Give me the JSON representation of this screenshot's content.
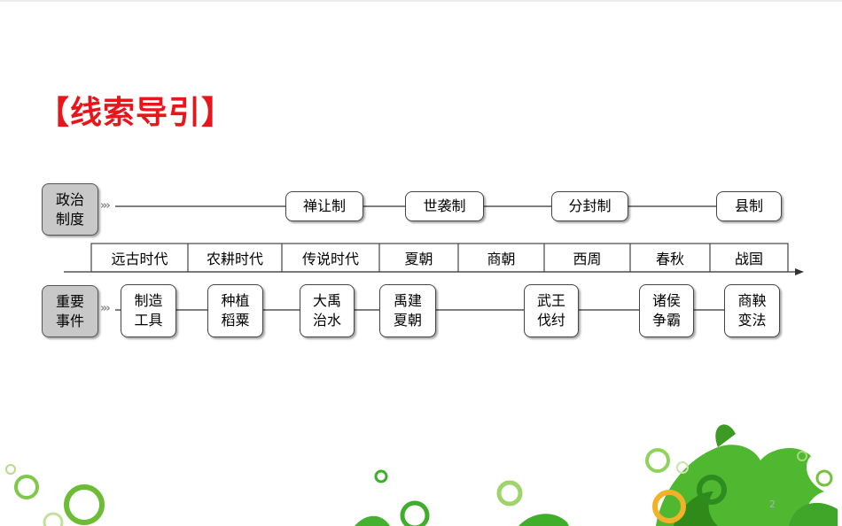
{
  "title": "【线索导引】",
  "rows": {
    "politics": {
      "label": "政治\n制度",
      "items": [
        "禅让制",
        "世袭制",
        "分封制",
        "县制"
      ]
    },
    "events": {
      "label": "重要\n事件",
      "items": [
        "制造\n工具",
        "种植\n稻粟",
        "大禹\n治水",
        "禹建\n夏朝",
        "武王\n伐纣",
        "诸侯\n争霸",
        "商鞅\n变法"
      ]
    }
  },
  "timeline": [
    "远古时代",
    "农耕时代",
    "传说时代",
    "夏朝",
    "商朝",
    "西周",
    "春秋",
    "战国"
  ],
  "arrow_glyph": "»›",
  "page_number": "2",
  "colors": {
    "title": "#e8151b",
    "label_box": "#c8c8c8",
    "leaf_green": "#3fae2a"
  }
}
